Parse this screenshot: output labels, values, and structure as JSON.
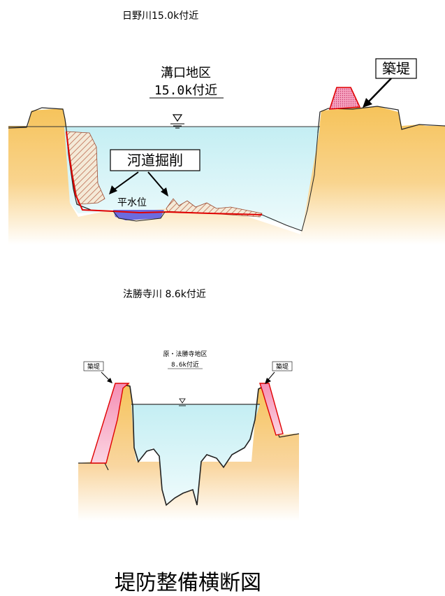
{
  "section1": {
    "caption": "日野川15.0k付近",
    "district": "溝口地区",
    "station": "15.0k付近",
    "excavation_label": "河道掘削",
    "embankment_label": "築堤",
    "water_level_label": "平水位"
  },
  "section2": {
    "caption": "法勝寺川 8.6k付近",
    "district": "原・法勝寺地区",
    "station": "8.6k付近",
    "embankment_left_label": "築堤",
    "embankment_right_label": "築堤"
  },
  "footer": {
    "title": "堤防整備横断図"
  },
  "colors": {
    "ground": "#f6c35a",
    "ground_light": "#fdf3e0",
    "water": "#c9f0f4",
    "embankment": "#f7a8c4",
    "excavation_hatch": "#c05a3a",
    "riverbed_line": "#e00000",
    "normal_water": "#3f3fd0"
  }
}
